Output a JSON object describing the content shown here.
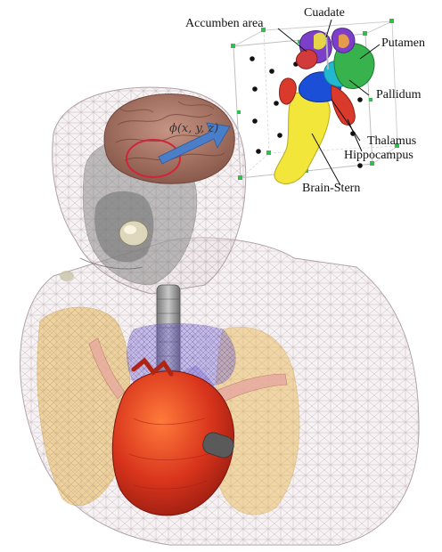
{
  "mapping_label": "ϕ(x, y, z)",
  "structures": {
    "accumben": "Accumben area",
    "cuadate": "Cuadate",
    "putamen": "Putamen",
    "pallidum": "Pallidum",
    "thalamus": "Thalamus",
    "hippocampus": "Hippocampus",
    "brain_stern": "Brain-Stern"
  },
  "colors": {
    "brain": "#a0705e",
    "heart": "#d8341c",
    "lungs": "#e8b54a",
    "vessels": "#6a5acd",
    "arrow": "#4a7ec8",
    "mesh": "#b3a3a8",
    "roi_circle": "#d0243a",
    "accumben": "#d23b3b",
    "cuadate": "#7b3fc9",
    "putamen": "#37b24d",
    "pallidum": "#22b8cf",
    "thalamus": "#1c4fd8",
    "hippocampus": "#d93a2b",
    "brain_stern": "#f2e63a"
  }
}
